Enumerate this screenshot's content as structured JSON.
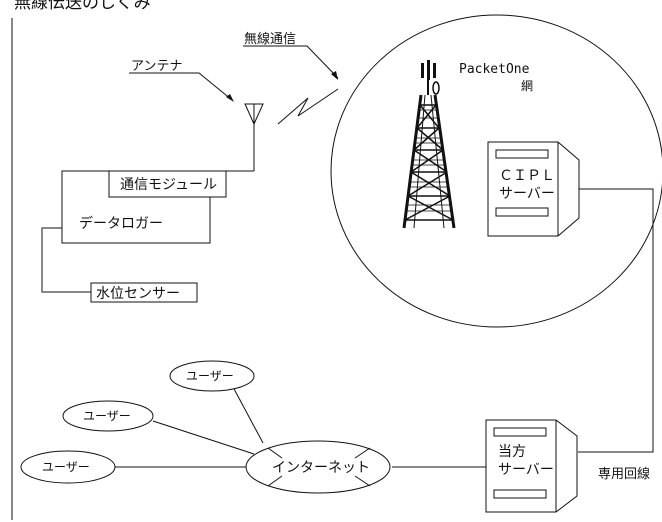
{
  "header_text": "無線伝送のしくみ",
  "labels": {
    "wireless": "無線通信",
    "antenna": "アンテナ",
    "network_name": "PacketOne",
    "network_suffix": "網",
    "comm_module": "通信モジュール",
    "data_logger": "データロガー",
    "water_sensor": "水位センサー",
    "cipl_line1": "ＣＩＰＬ",
    "cipl_line2": "サーバー",
    "our_line1": "当方",
    "our_line2": "サーバー",
    "dedicated_line": "専用回線",
    "internet": "インターネット",
    "user_top": "ユーザー",
    "user_mid": "ユーザー",
    "user_left": "ユーザー"
  }
}
